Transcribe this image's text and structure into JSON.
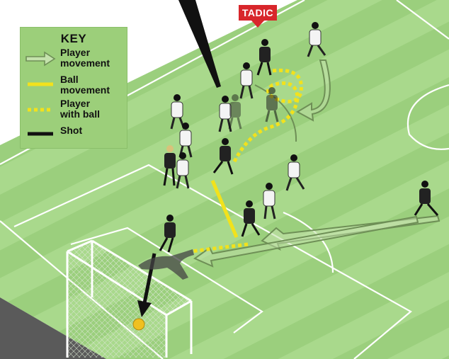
{
  "callout": {
    "player_name": "TADIC"
  },
  "key": {
    "title": "KEY",
    "items": [
      {
        "label": "Player\nmovement",
        "icon": "hollow-arrow-icon"
      },
      {
        "label": "Ball\nmovement",
        "icon": "solid-yellow-line-icon"
      },
      {
        "label": "Player\nwith ball",
        "icon": "dashed-yellow-line-icon"
      },
      {
        "label": "Shot",
        "icon": "solid-black-line-icon"
      }
    ]
  },
  "colors": {
    "pitch_light": "#a9d98c",
    "pitch_dark": "#95c979",
    "line": "#ffffff",
    "ball_path": "#f2e21c",
    "player_path": "#f2e21c",
    "shot": "#111111",
    "arrow_outline": "#6e8f56",
    "tag_red": "#d8262b",
    "ball": "#f0c020"
  }
}
